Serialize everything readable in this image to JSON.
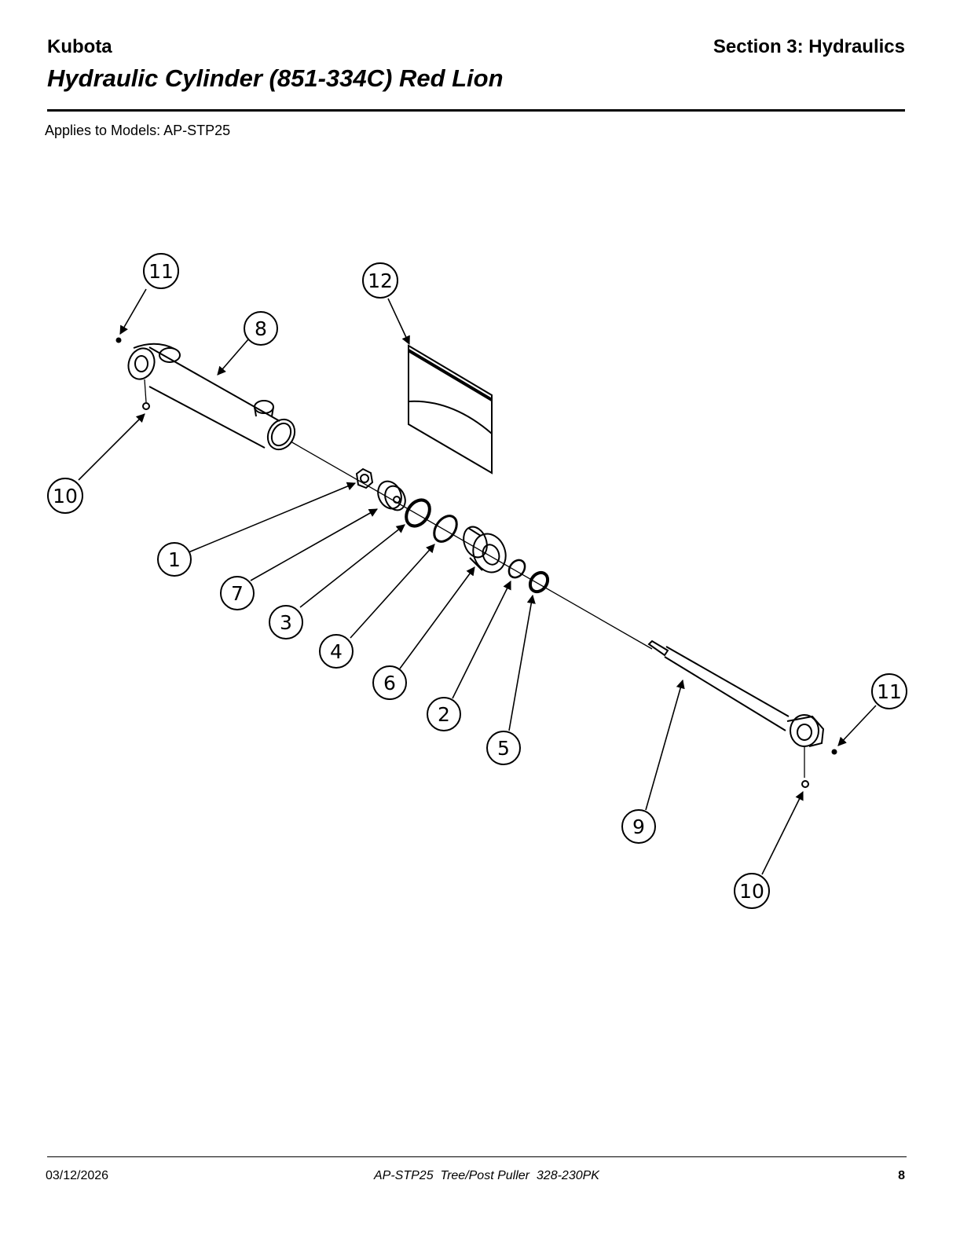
{
  "header": {
    "brand": "Kubota",
    "section": "Section 3: Hydraulics",
    "title": "Hydraulic Cylinder (851-334C) Red Lion",
    "applies_to": "Applies to Models: AP-STP25"
  },
  "diagram": {
    "callouts": [
      {
        "id": "c-11-top",
        "label": "11"
      },
      {
        "id": "c-12",
        "label": "12"
      },
      {
        "id": "c-8",
        "label": "8"
      },
      {
        "id": "c-10-left",
        "label": "10"
      },
      {
        "id": "c-1",
        "label": "1"
      },
      {
        "id": "c-7",
        "label": "7"
      },
      {
        "id": "c-3",
        "label": "3"
      },
      {
        "id": "c-4",
        "label": "4"
      },
      {
        "id": "c-6",
        "label": "6"
      },
      {
        "id": "c-2",
        "label": "2"
      },
      {
        "id": "c-5",
        "label": "5"
      },
      {
        "id": "c-11-right",
        "label": "11"
      },
      {
        "id": "c-9",
        "label": "9"
      },
      {
        "id": "c-10-right",
        "label": "10"
      }
    ]
  },
  "footer": {
    "date": "03/12/2026",
    "document": "AP-STP25  Tree/Post Puller  328-230PK",
    "page": "8"
  }
}
